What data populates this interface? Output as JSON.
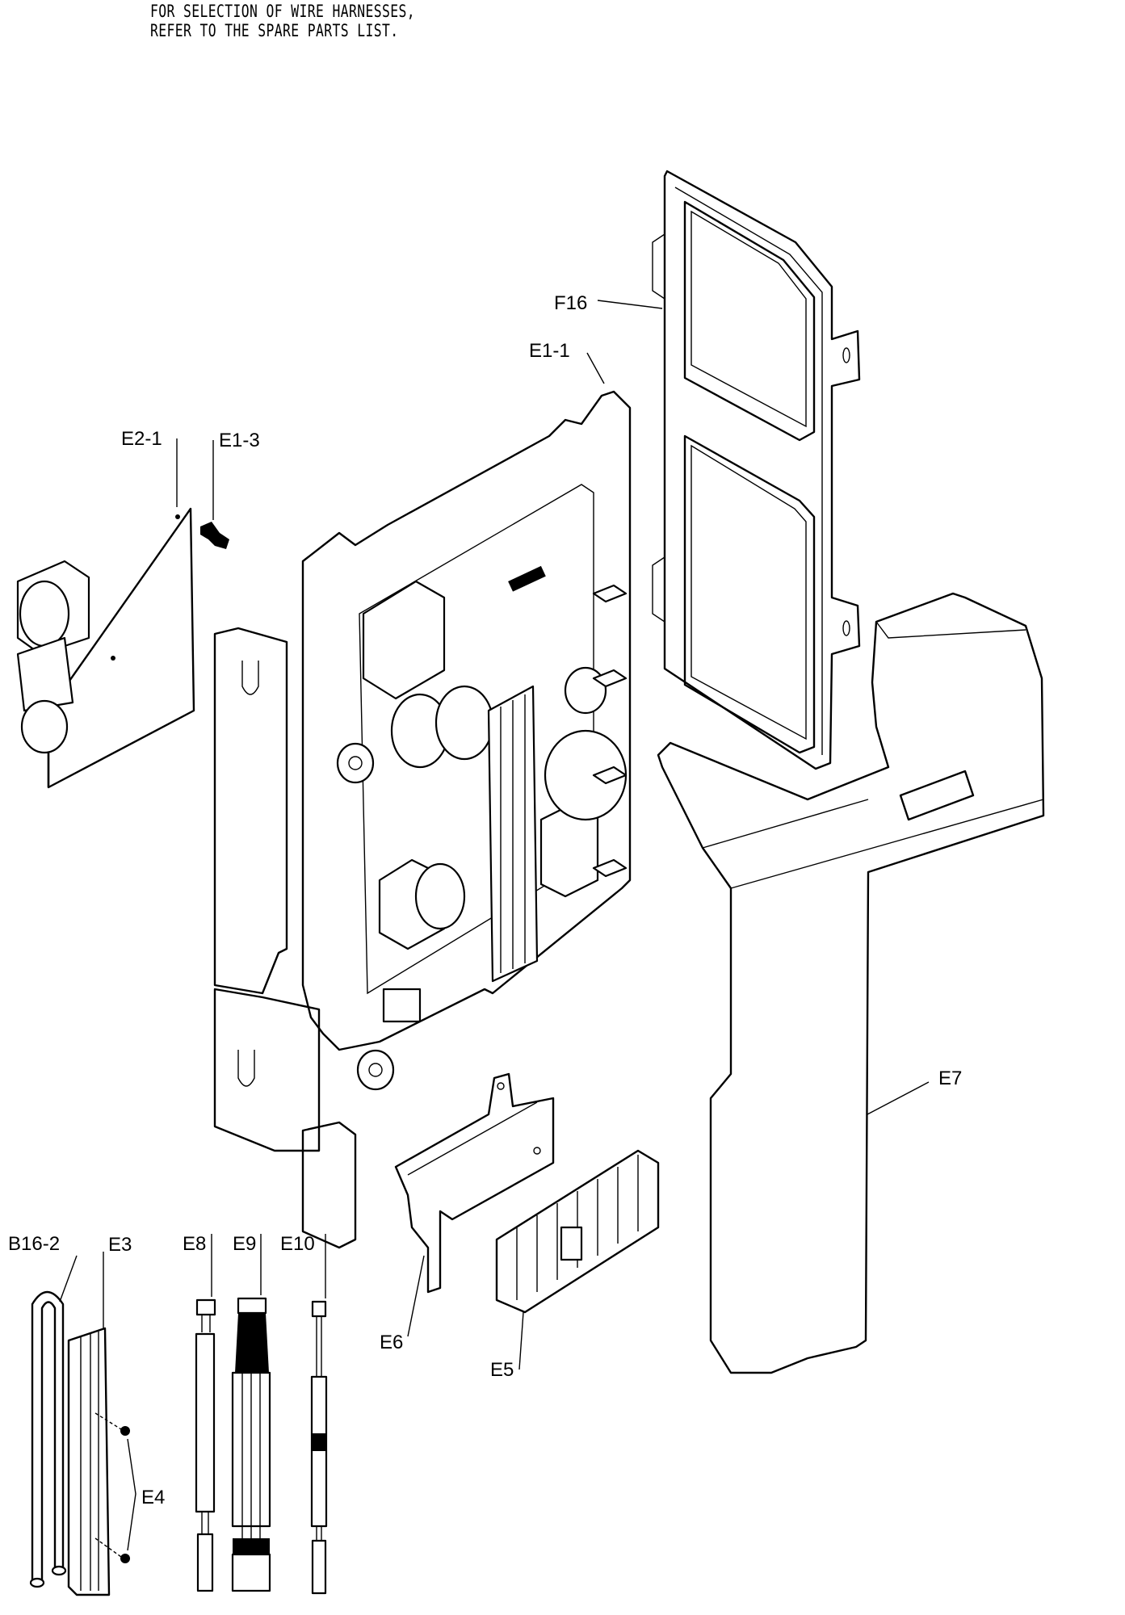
{
  "note": {
    "line1": "FOR SELECTION OF WIRE HARNESSES,",
    "line2": "REFER TO THE SPARE PARTS LIST."
  },
  "labels": {
    "F16": "F16",
    "E1_1": "E1-1",
    "E2_1": "E2-1",
    "E1_3": "E1-3",
    "E7": "E7",
    "B16_2": "B16-2",
    "E3": "E3",
    "E8": "E8",
    "E9": "E9",
    "E10": "E10",
    "E6": "E6",
    "E5": "E5",
    "E4": "E4"
  },
  "colors": {
    "ink": "#000000",
    "paper": "#ffffff"
  }
}
